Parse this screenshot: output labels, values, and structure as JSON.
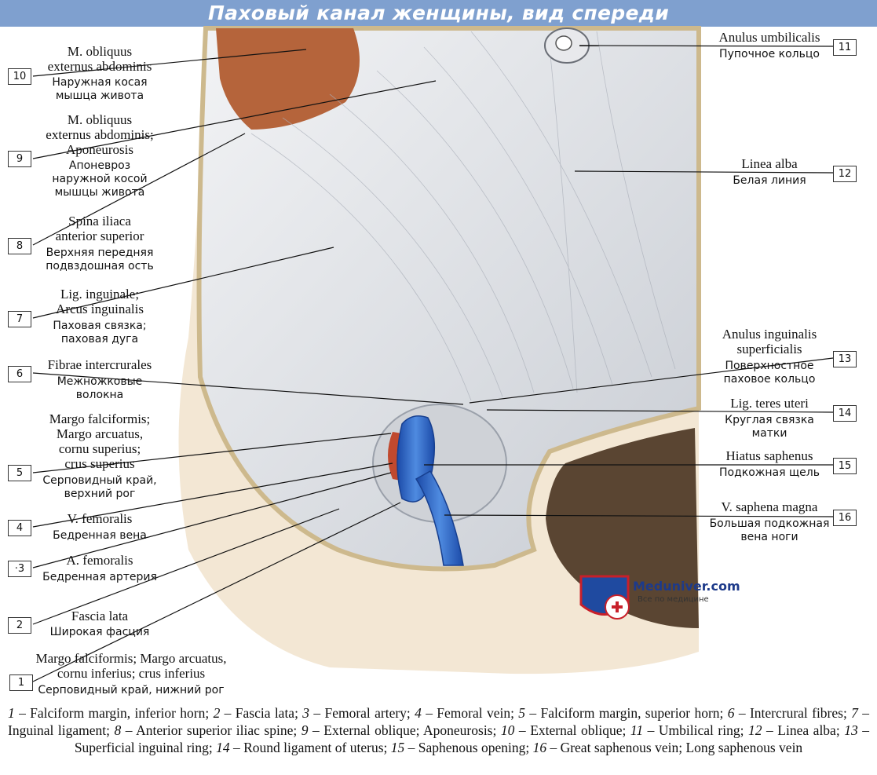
{
  "header": {
    "title": "Паховый канал женщины, вид спереди"
  },
  "labels": [
    {
      "num": "10",
      "latin": "M. obliquus\nexternus abdominis",
      "russian": "Наружная косая\nмышца живота"
    },
    {
      "num": "9",
      "latin": "M. obliquus\nexternus abdominis;\nAponeurosis",
      "russian": "Апоневроз\nнаружной косой\nмышцы живота"
    },
    {
      "num": "8",
      "latin": "Spina iliaca\nanterior superior",
      "russian": "Верхняя передняя\nподвздошная ость"
    },
    {
      "num": "7",
      "latin": "Lig. inguinale;\nArcus inguinalis",
      "russian": "Паховая связка;\nпаховая дуга"
    },
    {
      "num": "6",
      "latin": "Fibrae intercrurales",
      "russian": "Межножковые\nволокна"
    },
    {
      "num": "5",
      "latin": "Margo falciformis;\nMargo arcuatus,\ncornu superius;\ncrus superius",
      "russian": "Серповидный край,\nверхний рог"
    },
    {
      "num": "4",
      "latin": "V. femoralis",
      "russian": "Бедренная вена"
    },
    {
      "num": "·3",
      "latin": "A. femoralis",
      "russian": "Бедренная артерия"
    },
    {
      "num": "2",
      "latin": "Fascia lata",
      "russian": "Широкая фасция"
    },
    {
      "num": "1",
      "latin": "Margo falciformis; Margo arcuatus,\ncornu inferius; crus inferius",
      "russian": "Серповидный край, нижний рог"
    },
    {
      "num": "11",
      "latin": "Anulus umbilicalis",
      "russian": "Пупочное кольцо"
    },
    {
      "num": "12",
      "latin": "Linea alba",
      "russian": "Белая линия"
    },
    {
      "num": "13",
      "latin": "Anulus inguinalis\nsuperficialis",
      "russian": "Поверхностное\nпаховое кольцо"
    },
    {
      "num": "14",
      "latin": "Lig. teres uteri",
      "russian": "Круглая связка\nматки"
    },
    {
      "num": "15",
      "latin": "Hiatus saphenus",
      "russian": "Подкожная щель"
    },
    {
      "num": "16",
      "latin": "V. saphena magna",
      "russian": "Большая подкожная\nвена ноги"
    }
  ],
  "caption": [
    {
      "n": "1",
      "t": " – Falciform margin, inferior horn; "
    },
    {
      "n": "2",
      "t": " – Fascia lata; "
    },
    {
      "n": "3",
      "t": " – Femoral artery; "
    },
    {
      "n": "4",
      "t": " – Femoral vein; "
    },
    {
      "n": "5",
      "t": " – Falciform margin, superior horn; "
    },
    {
      "n": "6",
      "t": " – Intercrural fibres; "
    },
    {
      "n": "7",
      "t": " – Inguinal ligament; "
    },
    {
      "n": "8",
      "t": " – Anterior superior iliac spine; "
    },
    {
      "n": "9",
      "t": " – External oblique; Aponeurosis; "
    },
    {
      "n": "10",
      "t": " – External oblique; "
    },
    {
      "n": "11",
      "t": " – Umbilical ring; "
    },
    {
      "n": "12",
      "t": " – Linea alba; "
    },
    {
      "n": "13",
      "t": " – Superficial inguinal ring; "
    },
    {
      "n": "14",
      "t": " – Round ligament of uterus; "
    },
    {
      "n": "15",
      "t": " – Saphenous opening; "
    },
    {
      "n": "16",
      "t": " – Great saphenous vein; Long saphenous vein"
    }
  ],
  "logo": {
    "name": "Meduniver.com",
    "tagline": "Все по медицине"
  },
  "colors": {
    "banner": "#7fa0cf",
    "skin": "#f3e7d4",
    "fascia": "#e4e6ea",
    "muscle": "#b5643b",
    "vein": "#2c64c8",
    "artery": "#c0492e",
    "hair": "#5a4532"
  }
}
